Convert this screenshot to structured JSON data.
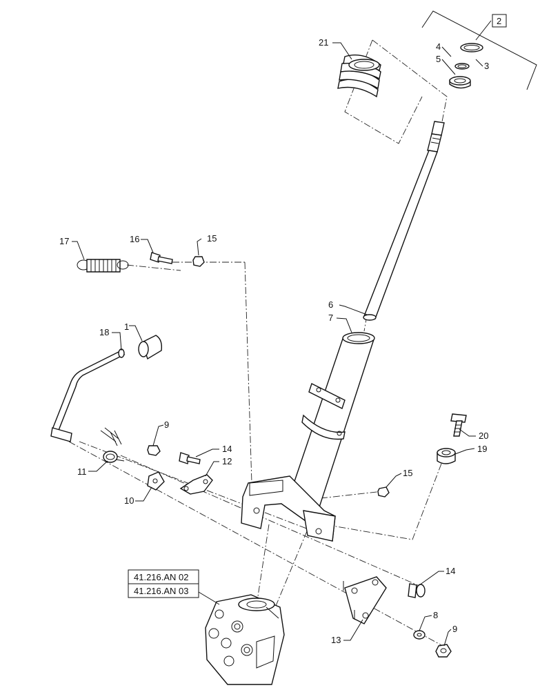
{
  "group_label": "2",
  "callouts": {
    "c1": "1",
    "c3": "3",
    "c4": "4",
    "c5": "5",
    "c6": "6",
    "c7": "7",
    "c8": "8",
    "c9a": "9",
    "c9b": "9",
    "c10": "10",
    "c11": "11",
    "c12": "12",
    "c13": "13",
    "c14a": "14",
    "c14b": "14",
    "c15a": "15",
    "c15b": "15",
    "c16": "16",
    "c17": "17",
    "c18": "18",
    "c19": "19",
    "c20": "20",
    "c21": "21"
  },
  "references": [
    "41.216.AN 02",
    "41.216.AN 03"
  ]
}
